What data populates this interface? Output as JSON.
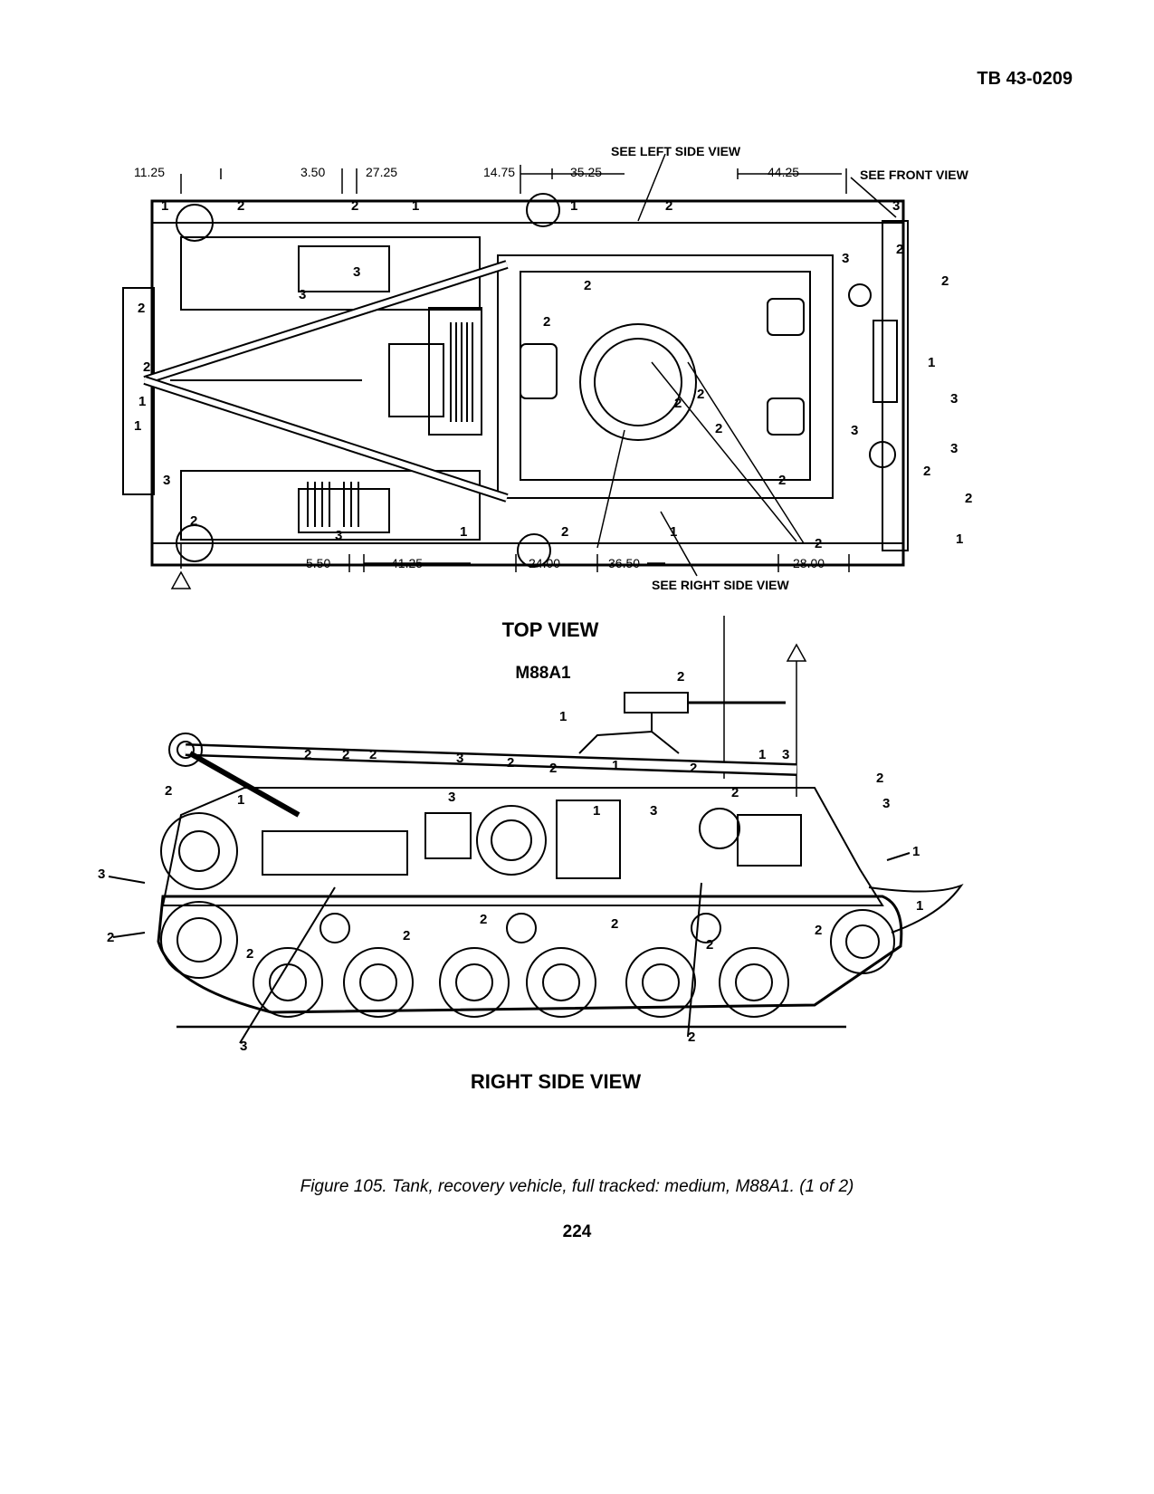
{
  "header": {
    "doc_id": "TB 43-0209"
  },
  "top_view": {
    "title": "TOP VIEW",
    "model": "M88A1",
    "callouts": {
      "see_left_side": "SEE LEFT SIDE VIEW",
      "see_front": "SEE FRONT VIEW",
      "see_right_side": "SEE RIGHT SIDE VIEW"
    },
    "dimensions_top": [
      "11.25",
      "3.50",
      "27.25",
      "14.75",
      "35.25",
      "44.25"
    ],
    "dimensions_bottom": [
      "5.50",
      "41.25",
      "24.00",
      "36.50",
      "28.00"
    ]
  },
  "side_view": {
    "title": "RIGHT SIDE VIEW"
  },
  "caption": "Figure 105.  Tank, recovery vehicle, full tracked: medium, M88A1. (1 of 2)",
  "page_number": "224"
}
